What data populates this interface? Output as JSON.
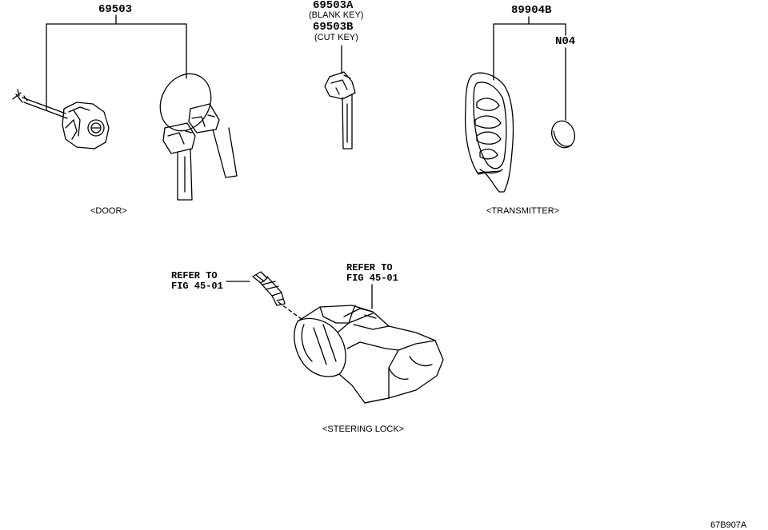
{
  "labels": {
    "door_part": "69503",
    "key_blank_part": "69503A",
    "key_blank_desc": "(BLANK KEY)",
    "key_cut_part": "69503B",
    "key_cut_desc": "(CUT KEY)",
    "transmitter_part": "89904B",
    "battery_part": "N04",
    "door_caption": "<DOOR>",
    "transmitter_caption": "<TRANSMITTER>",
    "steering_caption": "<STEERING LOCK>",
    "refer_left_line1": "REFER TO",
    "refer_left_line2": "FIG 45-01",
    "refer_right_line1": "REFER TO",
    "refer_right_line2": "FIG 45-01",
    "diagram_code": "67B907A"
  }
}
